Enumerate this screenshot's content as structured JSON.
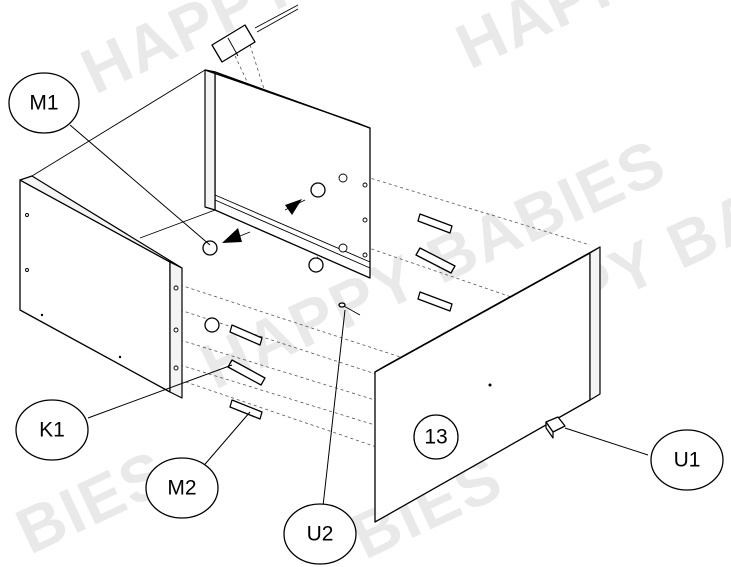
{
  "watermark": {
    "text_a": "HAPPY BABIES",
    "text_b": "HAPPY BABIES",
    "text_c": "HAPPY BABIES",
    "text_d": "HAPPY BABIES",
    "text_e": "BIES",
    "text_f": "BIES",
    "color": "#e9e9e9"
  },
  "labels": {
    "m1": "M1",
    "k1": "K1",
    "m2": "M2",
    "u2": "U2",
    "u1": "U1",
    "panel": "13"
  },
  "colors": {
    "line": "#000000",
    "background": "#ffffff"
  }
}
